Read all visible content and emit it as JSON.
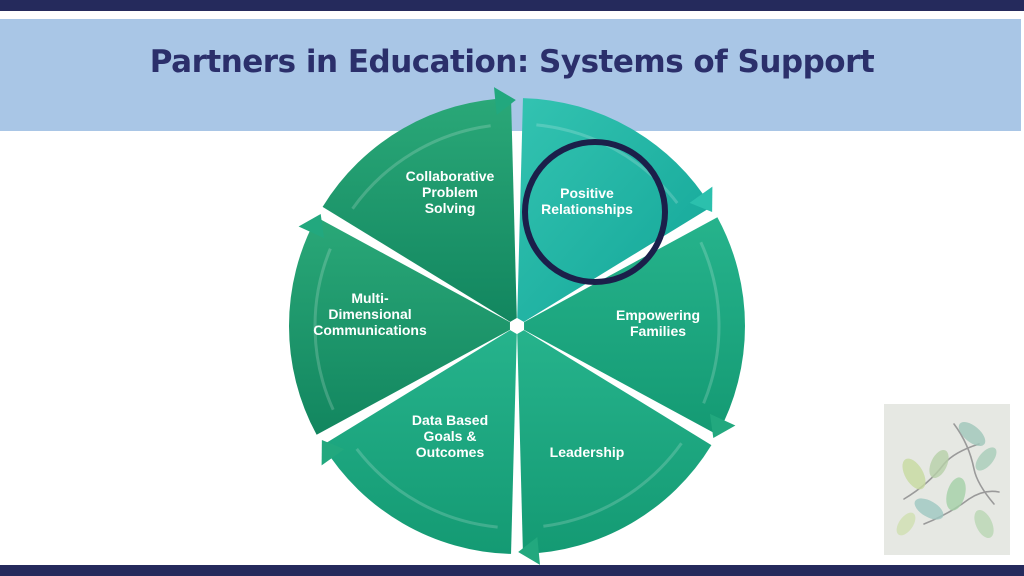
{
  "title": "Partners in Education: Systems of Support",
  "colors": {
    "top_bar": "#252a5c",
    "title_band": "#a9c6e6",
    "title_text": "#2b2f6b",
    "segment_dark": "#1a9a6c",
    "segment_teal": "#18b3a3",
    "highlight_ring": "#1b1f4a"
  },
  "wheel": {
    "highlighted": "Positive Relationships",
    "segments": [
      {
        "lines": [
          "Positive",
          "Relationships"
        ]
      },
      {
        "lines": [
          "Empowering",
          "Families"
        ]
      },
      {
        "lines": [
          "Leadership"
        ]
      },
      {
        "lines": [
          "Data Based",
          "Goals &",
          "Outcomes"
        ]
      },
      {
        "lines": [
          "Multi-",
          "Dimensional",
          "Communications"
        ]
      },
      {
        "lines": [
          "Collaborative",
          "Problem",
          "Solving"
        ]
      }
    ]
  },
  "decor": {
    "icon": "leaves-icon"
  }
}
